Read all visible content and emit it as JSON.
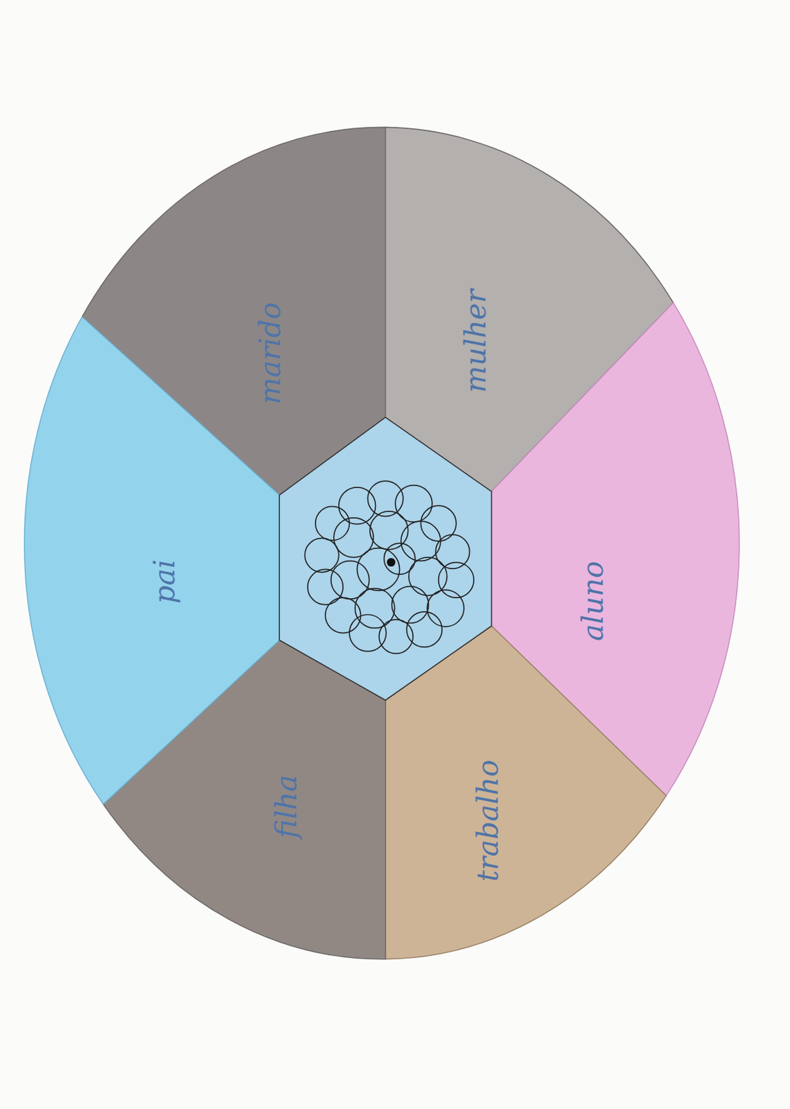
{
  "diagram": {
    "nodes": [
      {
        "text": [
          "marido"
        ]
      },
      {
        "text": [
          "mulher"
        ]
      },
      {
        "text": [
          "pai"
        ]
      },
      {
        "text": [
          "aluno"
        ]
      },
      {
        "text": [
          "filha"
        ]
      },
      {
        "text": [
          "trabalho"
        ]
      }
    ]
  }
}
